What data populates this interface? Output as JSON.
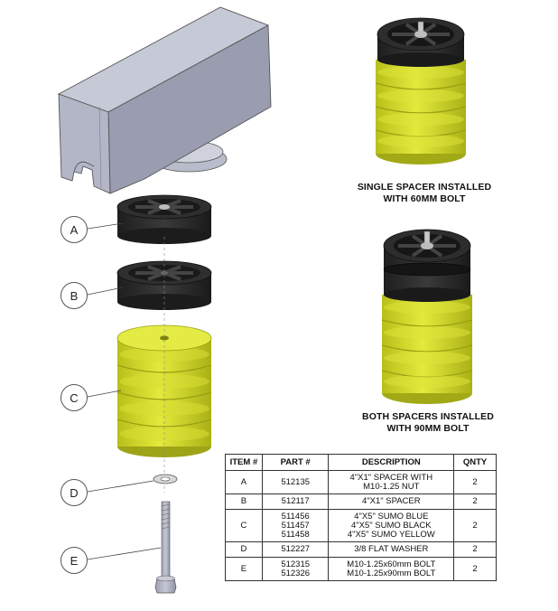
{
  "captions": {
    "single": [
      "SINGLE SPACER INSTALLED",
      "WITH 60MM BOLT"
    ],
    "both": [
      "BOTH SPACERS INSTALLED",
      "WITH 90MM BOLT"
    ]
  },
  "callouts": [
    "A",
    "B",
    "C",
    "D",
    "E"
  ],
  "bom": {
    "headers": [
      "ITEM #",
      "PART #",
      "DESCRIPTION",
      "QNTY"
    ],
    "rows": [
      {
        "item": "A",
        "part": [
          "512135"
        ],
        "desc": [
          "4\"X1\" SPACER WITH",
          "M10-1.25 NUT"
        ],
        "qty": "2"
      },
      {
        "item": "B",
        "part": [
          "512117"
        ],
        "desc": [
          "4\"X1\" SPACER"
        ],
        "qty": "2"
      },
      {
        "item": "C",
        "part": [
          "511456",
          "511457",
          "511458"
        ],
        "desc": [
          "4\"X5\" SUMO BLUE",
          "4\"X5\" SUMO BLACK",
          "4\"X5\" SUMO YELLOW"
        ],
        "qty": "2"
      },
      {
        "item": "D",
        "part": [
          "512227"
        ],
        "desc": [
          "3/8 FLAT WASHER"
        ],
        "qty": "2"
      },
      {
        "item": "E",
        "part": [
          "512315",
          "512326"
        ],
        "desc": [
          "M10-1.25x60mm BOLT",
          "M10-1.25x90mm BOLT"
        ],
        "qty": "2"
      }
    ]
  },
  "colors": {
    "frame": "#b8bccb",
    "frame_dark": "#8d90a2",
    "spacer": "#2b2b2b",
    "sumo": "#d4dc2c",
    "sumo_dark": "#a6ad16"
  }
}
